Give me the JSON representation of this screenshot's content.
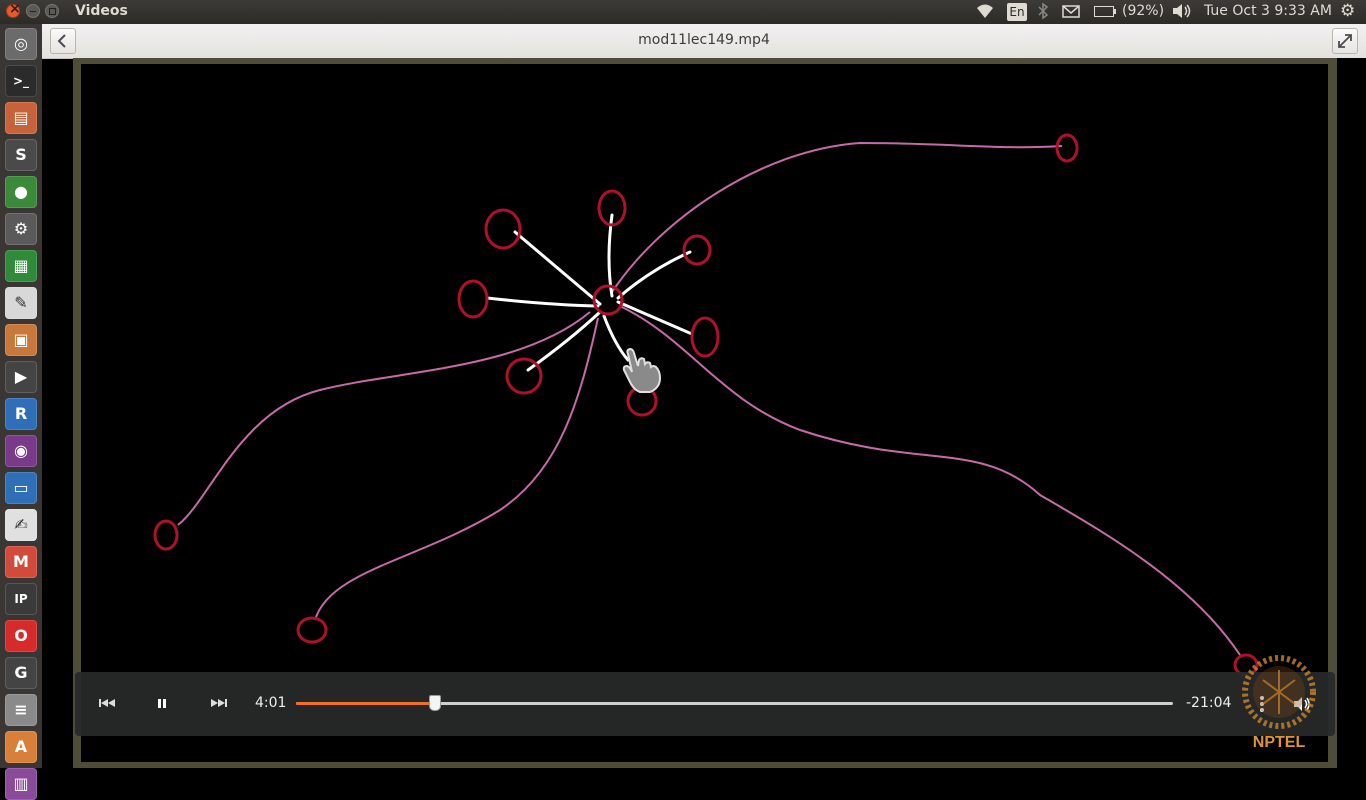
{
  "panel": {
    "app_title": "Videos",
    "lang": "En",
    "battery": "(92%)",
    "clock": "Tue Oct  3  9:33 AM"
  },
  "header": {
    "file_title": "mod11lec149.mp4"
  },
  "player": {
    "elapsed": "4:01",
    "remaining": "-21:04",
    "progress": 0.158
  },
  "launcher_items": [
    {
      "name": "dash-home"
    },
    {
      "name": "terminal"
    },
    {
      "name": "file-manager"
    },
    {
      "name": "sublime-text"
    },
    {
      "name": "chrome"
    },
    {
      "name": "system-settings"
    },
    {
      "name": "libreoffice-calc"
    },
    {
      "name": "document-viewer"
    },
    {
      "name": "libreoffice-impress"
    },
    {
      "name": "videos"
    },
    {
      "name": "r-language"
    },
    {
      "name": "screencast"
    },
    {
      "name": "libreoffice-writer"
    },
    {
      "name": "text-editor"
    },
    {
      "name": "gmail"
    },
    {
      "name": "ipython"
    },
    {
      "name": "opera"
    },
    {
      "name": "gnuplot"
    },
    {
      "name": "disks"
    },
    {
      "name": "software-center"
    },
    {
      "name": "misc-app"
    }
  ],
  "logo": {
    "text": "NPTEL"
  },
  "colors": {
    "accent": "#f46f26",
    "ink_red": "#b0102a",
    "ink_pink": "#c76aa8",
    "ink_white": "#ffffff"
  }
}
